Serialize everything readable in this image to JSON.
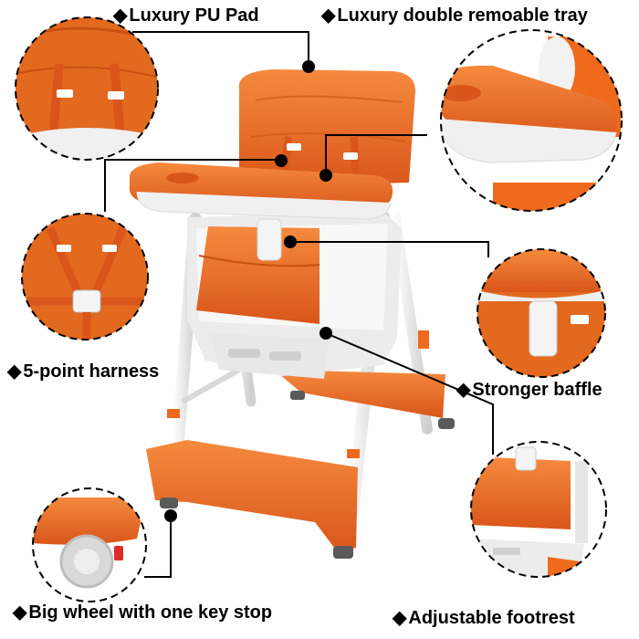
{
  "marker_glyph": "◆",
  "callouts": {
    "pu_pad": "Luxury PU Pad",
    "tray": "Luxury double remoable tray",
    "harness": "5-point harness",
    "baffle": "Stronger baffle",
    "wheel": "Big wheel with one key stop",
    "footrest": "Adjustable footrest"
  },
  "colors": {
    "orange": "#ef6a1c",
    "orange_dark": "#c9500f",
    "frame": "#e3e3e3",
    "tray_white": "#f4f4f4"
  }
}
